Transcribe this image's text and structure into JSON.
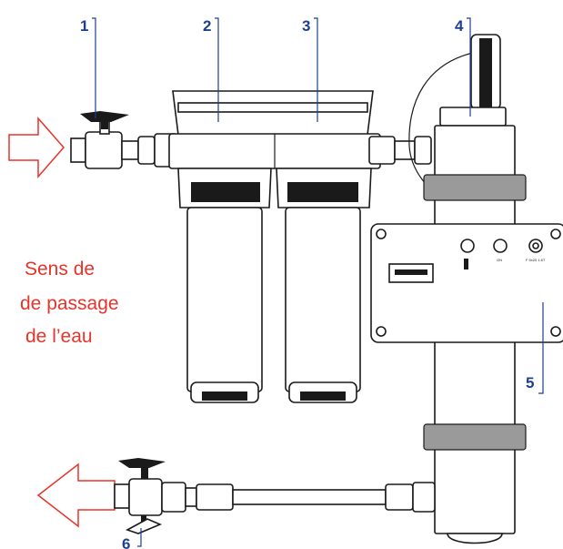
{
  "callouts": [
    "1",
    "2",
    "3",
    "4",
    "5",
    "6"
  ],
  "caption": {
    "line1": "Sens de",
    "line2": "de passage",
    "line3": "de l’eau"
  },
  "control_box": {
    "label_on": "ON",
    "label_fuse": "F 5x20 1.6T"
  },
  "colors": {
    "callout": "#1f3f8f",
    "caption": "#e8332a",
    "flow_arrow": "#e8332a"
  }
}
